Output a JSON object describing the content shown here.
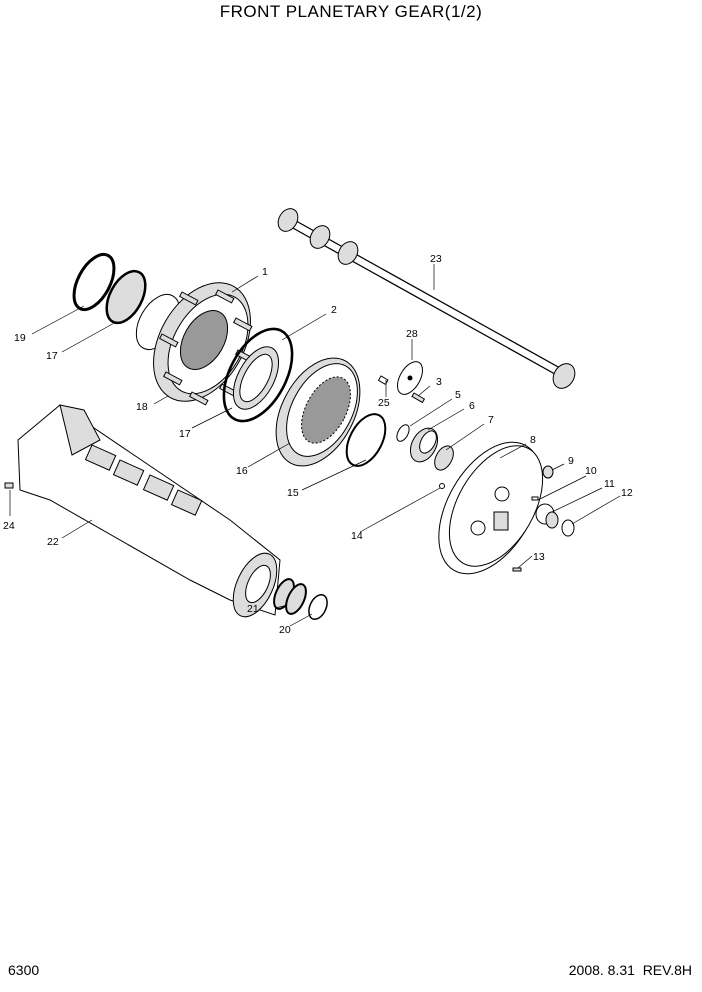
{
  "title": "FRONT PLANETARY GEAR(1/2)",
  "page_number": "6300",
  "revision": "2008. 8.31  REV.8H",
  "callouts": [
    "1",
    "2",
    "3",
    "5",
    "6",
    "7",
    "8",
    "9",
    "10",
    "11",
    "12",
    "13",
    "14",
    "15",
    "16",
    "17",
    "17",
    "18",
    "19",
    "20",
    "21",
    "22",
    "23",
    "24",
    "25",
    "28"
  ]
}
